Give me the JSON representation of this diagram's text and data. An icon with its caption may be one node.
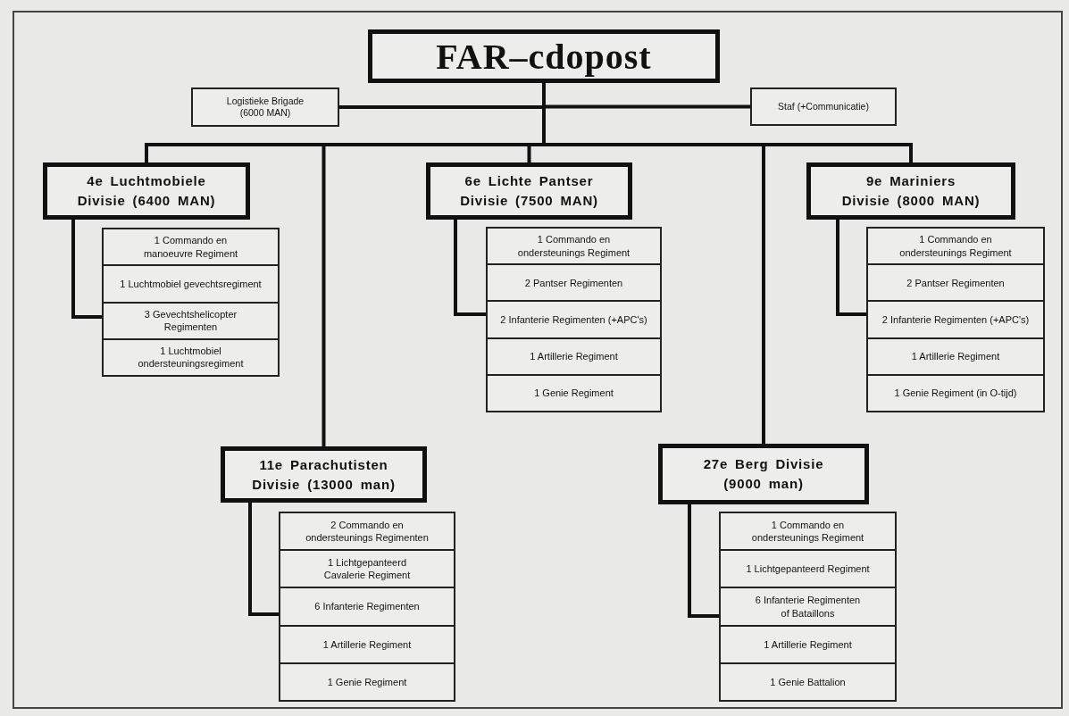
{
  "diagram": {
    "nodes": [
      {
        "text": [
          "FAR–cdopost"
        ]
      },
      {
        "text": [
          "Logistieke Brigade (6000 MAN)"
        ]
      },
      {
        "text": [
          "Staf (+Communicatie)"
        ]
      },
      {
        "text": [
          "4e Luchtmobiele Divisie (6400 MAN)"
        ]
      },
      {
        "text": [],
        "shape": "box"
      },
      {
        "text": [
          "1 Commando en manoeuvre Regiment"
        ],
        "in": 4
      },
      {
        "text": [
          "1 Luchtmobiel gevechtsregiment"
        ],
        "in": 4
      },
      {
        "text": [
          "3 Gevechtshelicopter Regimenten"
        ],
        "in": 4
      },
      {
        "text": [
          "1 Luchtmobiel ondersteuningsregiment"
        ],
        "in": 4
      },
      {
        "text": [
          "6e Lichte Pantser Divisie (7500 MAN)"
        ]
      },
      {
        "text": [],
        "shape": "box"
      },
      {
        "text": [
          "1 Commando en ondersteunings Regiment"
        ],
        "in": 10
      },
      {
        "text": [
          "2 Pantser Regimenten"
        ],
        "in": 10
      },
      {
        "text": [
          "2 Infanterie Regimenten (+APC's)"
        ],
        "in": 10
      },
      {
        "text": [
          "1 Artillerie Regiment"
        ],
        "in": 10
      },
      {
        "text": [
          "1 Genie Regiment"
        ],
        "in": 10
      },
      {
        "text": [
          "9e Mariniers Divisie (8000 MAN)"
        ]
      },
      {
        "text": [],
        "shape": "box"
      },
      {
        "text": [
          "1 Commando en ondersteunings Regiment"
        ],
        "in": 17
      },
      {
        "text": [
          "2 Pantser Regimenten"
        ],
        "in": 17
      },
      {
        "text": [
          "2 Infanterie Regimenten (+APC's)"
        ],
        "in": 17
      },
      {
        "text": [
          "1 Artillerie Regiment"
        ],
        "in": 17
      },
      {
        "text": [
          "1 Genie Regiment (in O-tijd)"
        ],
        "in": 17
      },
      {
        "text": [
          "11e Parachutisten Divisie (13000 man)"
        ]
      },
      {
        "text": [],
        "shape": "box"
      },
      {
        "text": [
          "2 Commando en ondersteunings Regimenten"
        ],
        "in": 24
      },
      {
        "text": [
          "1 Lichtgepanteerd Cavalerie Regiment"
        ],
        "in": 24
      },
      {
        "text": [
          "6 Infanterie Regimenten"
        ],
        "in": 24
      },
      {
        "text": [
          "1 Artillerie Regiment"
        ],
        "in": 24
      },
      {
        "text": [
          "1 Genie Regiment"
        ],
        "in": 24
      },
      {
        "text": [
          "27e Berg Divisie (9000 man)"
        ]
      },
      {
        "text": [],
        "shape": "box"
      },
      {
        "text": [
          "1 Commando en ondersteunings Regiment"
        ],
        "in": 31
      },
      {
        "text": [
          "1 Lichtgepanteerd Regiment"
        ],
        "in": 31
      },
      {
        "text": [
          "6 Infanterie Regimenten of Bataillons"
        ],
        "in": 31
      },
      {
        "text": [
          "1 Artillerie Regiment"
        ],
        "in": 31
      },
      {
        "text": [
          "1 Genie Battalion"
        ],
        "in": 31
      }
    ],
    "edges": [
      {
        "from": 0,
        "to": 1,
        "arrow": "none"
      },
      {
        "from": 0,
        "to": 2,
        "arrow": "none"
      },
      {
        "from": 0,
        "to": 3,
        "arrow": "none"
      },
      {
        "from": 0,
        "to": 9,
        "arrow": "none"
      },
      {
        "from": 0,
        "to": 16,
        "arrow": "none"
      },
      {
        "from": 0,
        "to": 23,
        "arrow": "none"
      },
      {
        "from": 0,
        "to": 30,
        "arrow": "none"
      },
      {
        "from": 3,
        "to": 4,
        "arrow": "none"
      },
      {
        "from": 9,
        "to": 10,
        "arrow": "none"
      },
      {
        "from": 16,
        "to": 17,
        "arrow": "none"
      },
      {
        "from": 23,
        "to": 24,
        "arrow": "none"
      },
      {
        "from": 30,
        "to": 31,
        "arrow": "none"
      }
    ]
  }
}
